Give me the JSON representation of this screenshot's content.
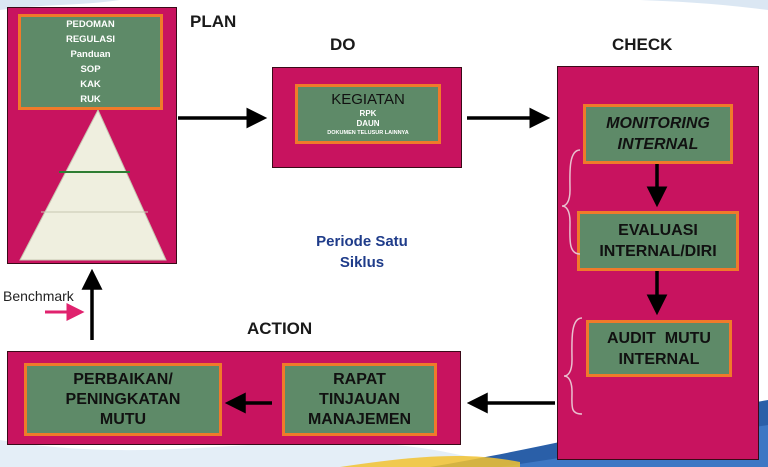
{
  "headings": {
    "plan": "PLAN",
    "do": "DO",
    "check": "CHECK",
    "action": "ACTION"
  },
  "plan_box": {
    "items": [
      "PEDOMAN",
      "REGULASI",
      "Panduan",
      "SOP",
      "KAK",
      "RUK"
    ]
  },
  "do_box": {
    "title": "KEGIATAN",
    "items": [
      "RPK",
      "DAUN",
      "DOKUMEN TELUSUR LAINNYA"
    ]
  },
  "check_boxes": [
    {
      "lines": [
        "MONITORING",
        "INTERNAL"
      ],
      "italic": true
    },
    {
      "lines": [
        "EVALUASI",
        "INTERNAL/DIRI"
      ],
      "italic": false
    },
    {
      "lines": [
        "AUDIT  MUTU",
        "INTERNAL"
      ],
      "italic": false
    }
  ],
  "action_boxes": [
    {
      "lines": [
        "PERBAIKAN/",
        "PENINGKATAN",
        "MUTU"
      ]
    },
    {
      "lines": [
        "RAPAT",
        "TINJAUAN",
        "MANAJEMEN"
      ]
    }
  ],
  "center_label": [
    "Periode Satu",
    "Siklus"
  ],
  "benchmark_label": "Benchmark",
  "colors": {
    "box_fill": "#c8135f",
    "inner_fill": "#5e8a68",
    "inner_border": "#f07a2a",
    "center_text": "#1f3c8a",
    "arrow": "#000000",
    "benchmark_arrow": "#e0226e"
  }
}
